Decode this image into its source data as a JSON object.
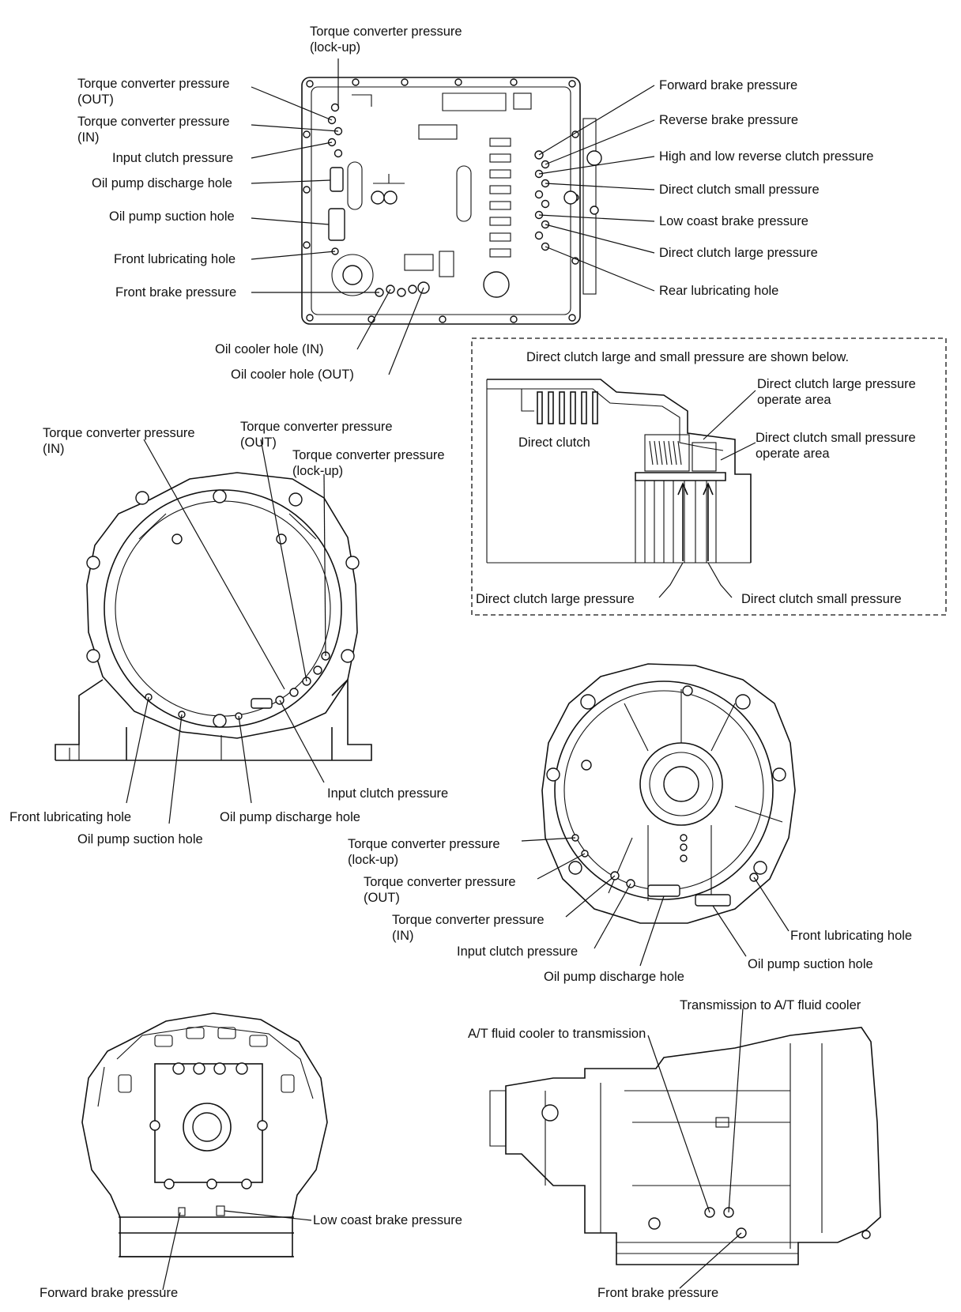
{
  "top_view": {
    "left_labels": [
      {
        "line1": "Torque converter pressure",
        "line2": "(OUT)"
      },
      {
        "line1": "Torque converter pressure",
        "line2": "(IN)"
      },
      {
        "line1": "Input clutch pressure"
      },
      {
        "line1": "Oil pump discharge hole"
      },
      {
        "line1": "Oil pump suction hole"
      },
      {
        "line1": "Front lubricating hole"
      },
      {
        "line1": "Front brake pressure"
      }
    ],
    "top_label": {
      "line1": "Torque converter pressure",
      "line2": "(lock-up)"
    },
    "bottom_labels": [
      "Oil cooler hole (IN)",
      "Oil cooler hole (OUT)"
    ],
    "right_labels": [
      "Forward brake pressure",
      "Reverse brake pressure",
      "High and low reverse clutch pressure",
      "Direct clutch small pressure",
      "Low coast brake pressure",
      "Direct clutch large pressure",
      "Rear lubricating hole"
    ]
  },
  "direct_clutch_inset": {
    "caption": "Direct clutch large and small pressure are shown below.",
    "part_label": "Direct clutch",
    "large_area": {
      "line1": "Direct clutch large pressure",
      "line2": "operate area"
    },
    "small_area": {
      "line1": "Direct clutch small pressure",
      "line2": "operate area"
    },
    "large_pressure": "Direct clutch large pressure",
    "small_pressure": "Direct clutch small pressure"
  },
  "converter_housing": {
    "top_labels": [
      {
        "line1": "Torque converter pressure",
        "line2": "(IN)"
      },
      {
        "line1": "Torque converter pressure",
        "line2": "(OUT)"
      },
      {
        "line1": "Torque converter pressure",
        "line2": "(lock-up)"
      }
    ],
    "bottom_labels": [
      "Input clutch pressure",
      "Front lubricating hole",
      "Oil pump discharge hole",
      "Oil pump suction hole"
    ]
  },
  "pump_face": {
    "left_labels": [
      {
        "line1": "Torque converter pressure",
        "line2": "(lock-up)"
      },
      {
        "line1": "Torque converter pressure",
        "line2": "(OUT)"
      },
      {
        "line1": "Torque converter pressure",
        "line2": "(IN)"
      },
      {
        "line1": "Input clutch pressure"
      }
    ],
    "bottom_labels": [
      "Oil pump discharge hole",
      "Oil pump suction hole",
      "Front lubricating hole"
    ]
  },
  "rear_view": {
    "labels": [
      "Low coast brake pressure",
      "Forward brake pressure"
    ]
  },
  "side_view": {
    "labels": [
      "Transmission to A/T fluid cooler",
      "A/T fluid cooler to transmission",
      "Front brake pressure"
    ]
  }
}
